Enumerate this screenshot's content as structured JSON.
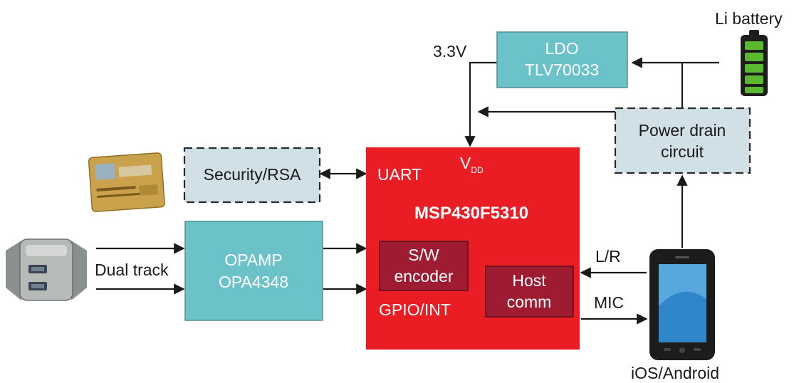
{
  "colors": {
    "teal": "#6cc2c9",
    "red": "#ea1c24",
    "dark_red": "#9e1b32",
    "light_blue": "#d1dfe6",
    "battery_green": "#5cb82f"
  },
  "labels": {
    "li_battery": "Li battery",
    "v33": "3.3V",
    "dual_track": "Dual track",
    "lr": "L/R",
    "mic": "MIC",
    "ios_android": "iOS/Android"
  },
  "blocks": {
    "ldo": {
      "line1": "LDO",
      "line2": "TLV70033"
    },
    "power_drain": {
      "line1": "Power drain",
      "line2": "circuit"
    },
    "security": {
      "label": "Security/RSA"
    },
    "opamp": {
      "line1": "OPAMP",
      "line2": "OPA4348"
    },
    "mcu": {
      "title": "MSP430F5310",
      "uart": "UART",
      "vdd_main": "V",
      "vdd_sub": "DD",
      "gpio": "GPIO/INT"
    },
    "sw_encoder": {
      "line1": "S/W",
      "line2": "encoder"
    },
    "host_comm": {
      "line1": "Host",
      "line2": "comm"
    }
  },
  "icons": {
    "card": "credit-card-icon",
    "mag_head": "magnetic-head-icon",
    "battery": "battery-icon",
    "phone": "smartphone-icon"
  }
}
